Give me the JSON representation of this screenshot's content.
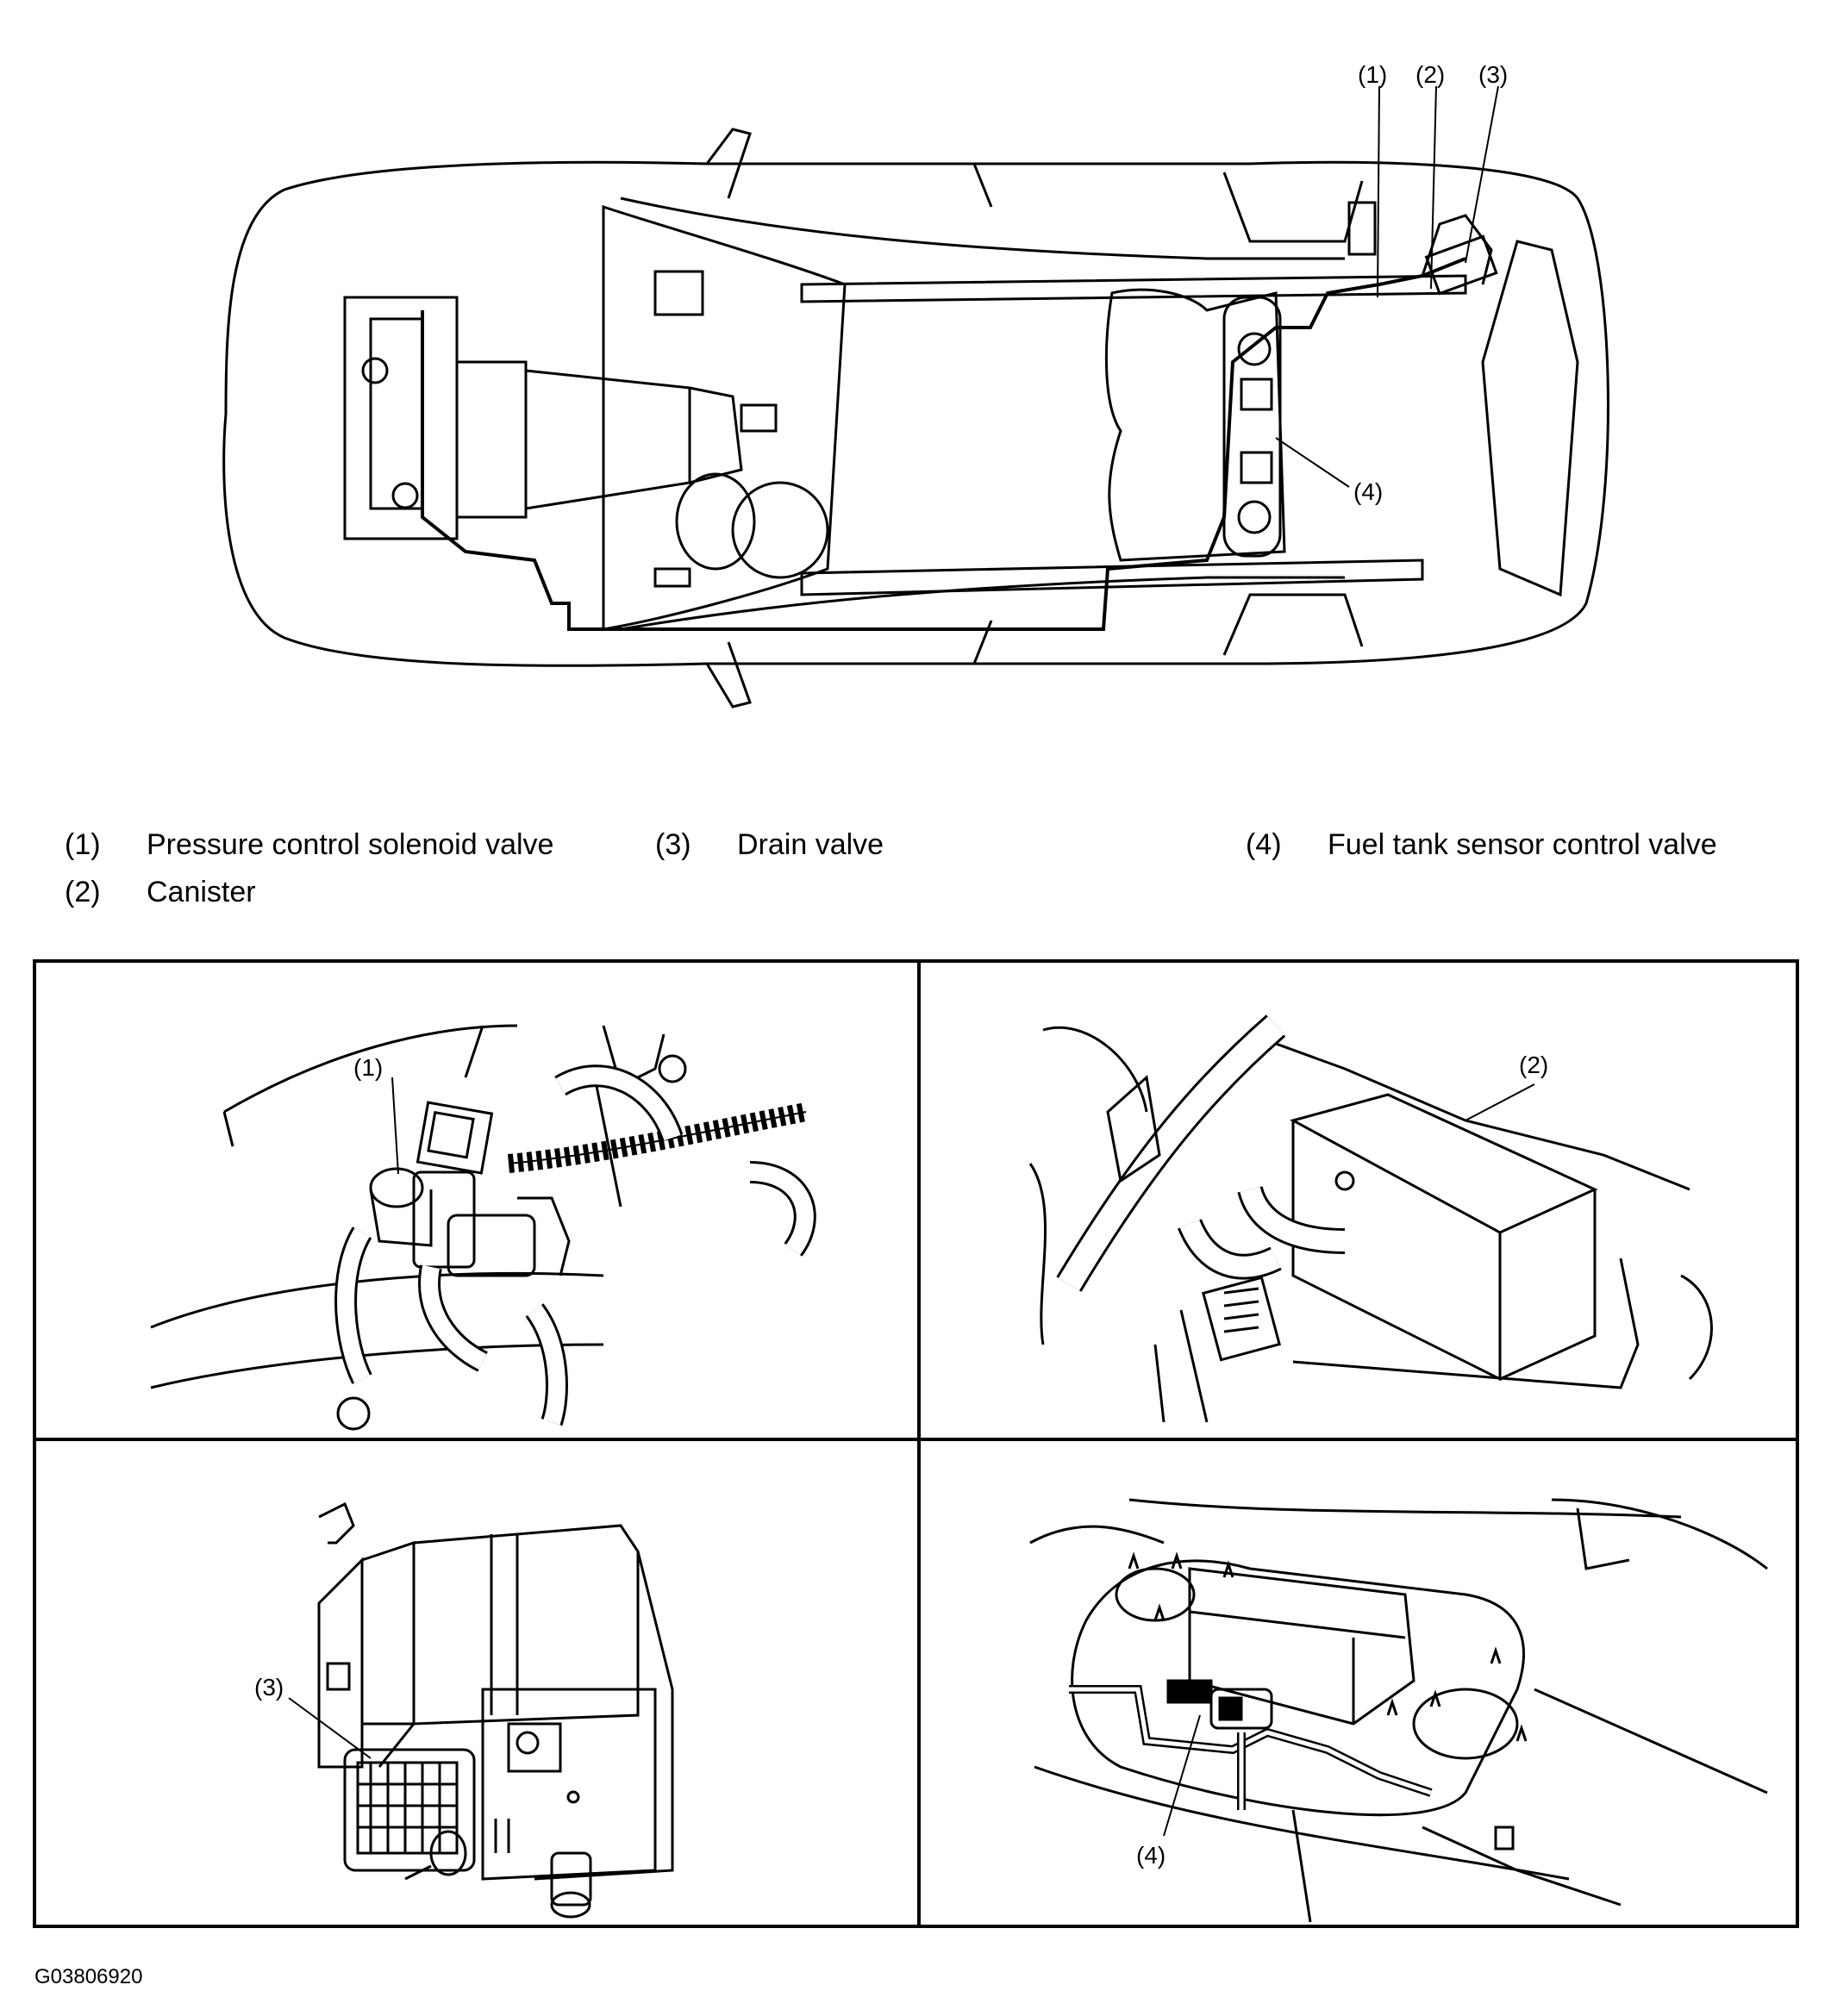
{
  "overview": {
    "callouts": [
      "(1)",
      "(2)",
      "(3)",
      "(4)"
    ]
  },
  "legend": [
    {
      "num": "(1)",
      "label": "Pressure control solenoid valve"
    },
    {
      "num": "(2)",
      "label": "Canister"
    },
    {
      "num": "(3)",
      "label": "Drain valve"
    },
    {
      "num": "(4)",
      "label": "Fuel tank sensor control valve"
    }
  ],
  "panels": {
    "top_left": {
      "callout": "(1)"
    },
    "top_right": {
      "callout": "(2)"
    },
    "bottom_left": {
      "callout": "(3)"
    },
    "bottom_right": {
      "callout": "(4)"
    }
  },
  "figure_id": "G03806920"
}
